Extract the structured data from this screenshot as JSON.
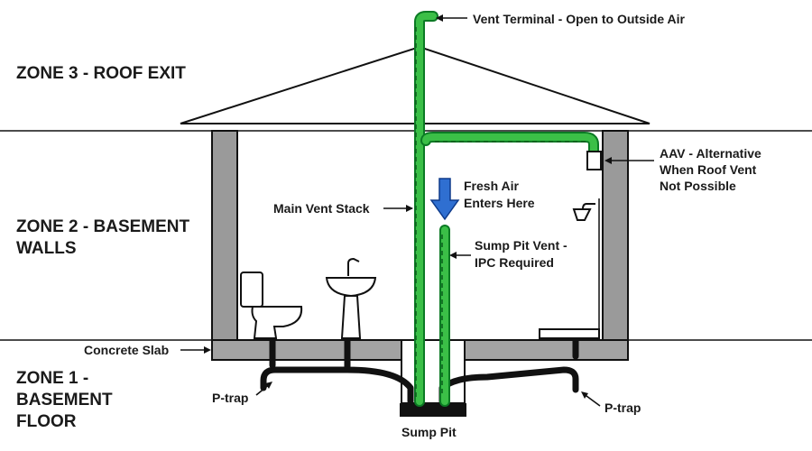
{
  "zones": {
    "zone3": "ZONE 3 - ROOF EXIT",
    "zone2_line1": "ZONE 2 - BASEMENT",
    "zone2_line2": "WALLS",
    "zone1_line1": "ZONE 1 -",
    "zone1_line2": "BASEMENT",
    "zone1_line3": "FLOOR"
  },
  "labels": {
    "vent_terminal": "Vent Terminal - Open to Outside Air",
    "aav_line1": "AAV - Alternative",
    "aav_line2": "When Roof Vent",
    "aav_line3": "Not Possible",
    "main_vent_stack": "Main Vent Stack",
    "fresh_air_line1": "Fresh Air",
    "fresh_air_line2": "Enters Here",
    "sump_vent_line1": "Sump Pit Vent -",
    "sump_vent_line2": "IPC Required",
    "concrete_slab": "Concrete Slab",
    "p_trap_left": "P-trap",
    "p_trap_right": "P-trap",
    "sump_pit": "Sump Pit"
  },
  "colors": {
    "vent_green": "#3bbf47",
    "vent_green_outline": "#0b7a24",
    "fresh_air_arrow": "#2f6fd1",
    "drain_pipe": "#111111",
    "wall_gray": "#9a9a9a"
  },
  "icons": {
    "fresh_air": "down-arrow-icon",
    "shower": "shower-head-icon",
    "aav": "air-admittance-valve-icon"
  }
}
